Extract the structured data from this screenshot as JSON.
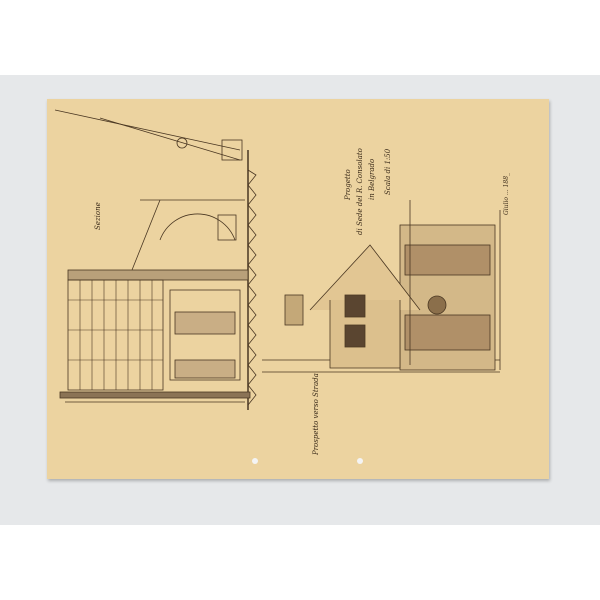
{
  "drawing": {
    "section_label": "Sezione",
    "facade_label": "Prospetto verso Strada",
    "title_block": {
      "title": "Progetto",
      "line1": "di Sede del R. Consolato",
      "line2": "in Belgrado",
      "scale": "Scala di 1:50"
    },
    "signature": "Giulio ... 188_"
  },
  "colors": {
    "paper": "#ecd3a0",
    "ink": "#3a2a18"
  }
}
